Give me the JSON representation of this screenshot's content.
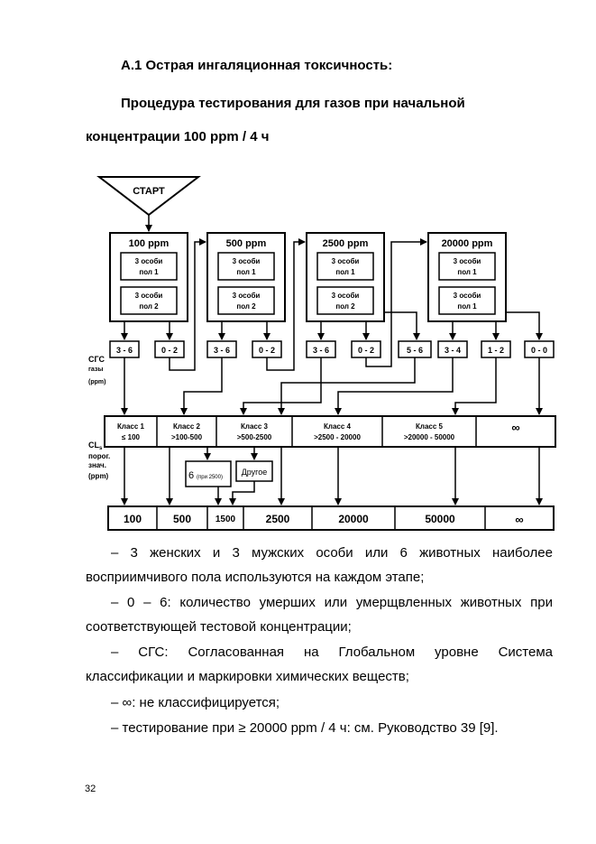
{
  "heading": {
    "line1": "А.1 Острая ингаляционная токсичность:",
    "line2": "Процедура тестирования для газов при начальной",
    "line3": "концентрации 100 ppm / 4 ч"
  },
  "diagram": {
    "start": "СТАРТ",
    "concentrations": [
      "100 ppm",
      "500 ppm",
      "2500 ppm",
      "20000 ppm"
    ],
    "animals": {
      "sex1": [
        "3 особи",
        "пол 1"
      ],
      "sex2": [
        "3 особи",
        "пол 2"
      ]
    },
    "outcomes": [
      "3 - 6",
      "0 - 2",
      "3 - 6",
      "0 - 2",
      "3 - 6",
      "0 - 2",
      "5 - 6",
      "3 - 4",
      "1 - 2",
      "0 - 0"
    ],
    "side_label_ghs": [
      "СГС",
      "газы",
      "(ppm)"
    ],
    "side_label_cl": [
      "CL",
      "порог.",
      "знач.",
      "(ppm)"
    ],
    "cl_subscript": "s",
    "classes": [
      {
        "name": "Класс 1",
        "range": "≤ 100"
      },
      {
        "name": "Класс 2",
        "range": ">100-500"
      },
      {
        "name": "Класс 3",
        "range": ">500-2500"
      },
      {
        "name": "Класс 4",
        "range": ">2500 - 20000"
      },
      {
        "name": "Класс 5",
        "range": ">20000 - 50000"
      },
      {
        "name": "∞",
        "range": ""
      }
    ],
    "mid_box_left": "6",
    "mid_box_left_note": "(при 2500)",
    "mid_box_right": "Другое",
    "limits": [
      "100",
      "500",
      "1500",
      "2500",
      "20000",
      "50000",
      "∞"
    ]
  },
  "notes": [
    {
      "line1": "– 3 женских и 3 мужских особи или 6 животных наиболее",
      "line2": "восприимчивого пола используются на каждом этапе;"
    },
    {
      "line1": "– 0 – 6: количество умерших или умерщвленных животных при",
      "line2": "соответствующей тестовой концентрации;"
    },
    {
      "line1": "– СГС: Согласованная на Глобальном уровне Система",
      "line2": "классификации и маркировки химических веществ;"
    },
    {
      "line1": "– ∞: не классифицируется;"
    },
    {
      "line1": "– тестирование при ≥ 20000 ppm / 4 ч: см. Руководство 39 [9]."
    }
  ],
  "page_number": "32"
}
